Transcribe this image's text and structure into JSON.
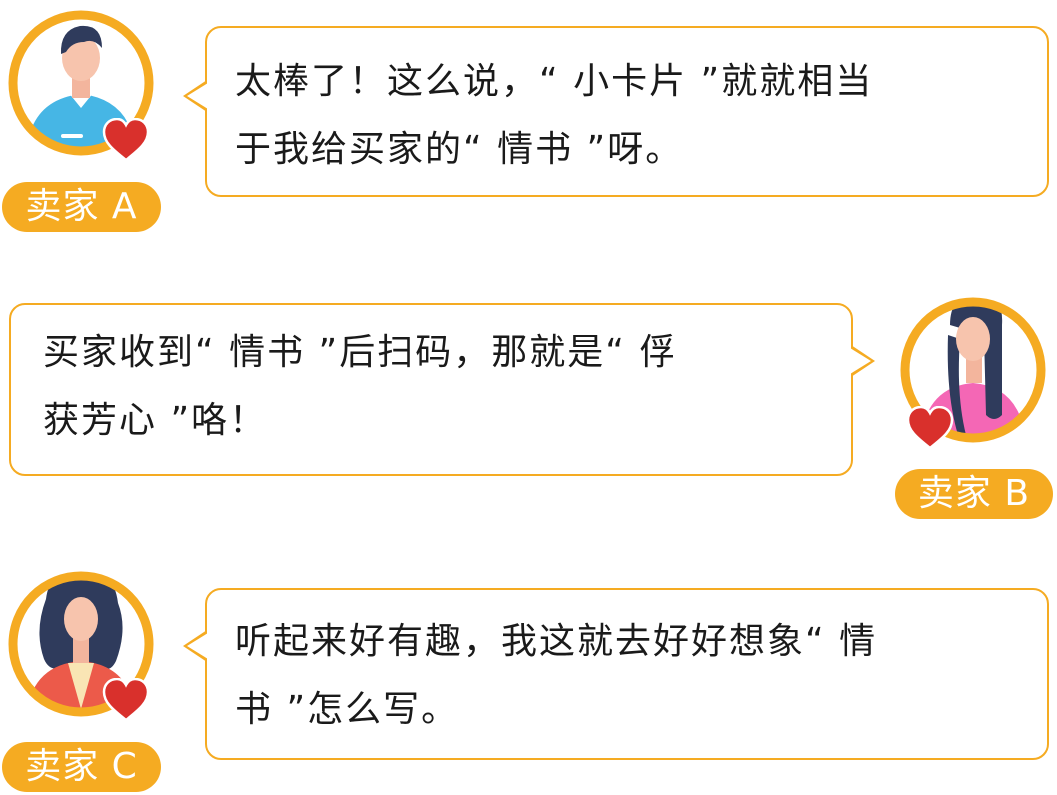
{
  "colors": {
    "accent": "#f5ab22",
    "bubble_border": "#f5ab22",
    "heart": "#d9302c",
    "text": "#1a1a1a"
  },
  "conversation": [
    {
      "speaker": "卖家 A",
      "avatar_icon": "male-avatar-icon",
      "lines": [
        "太棒了！这么说，“ 小卡片 ”就就相当",
        "于我给买家的“ 情书 ”呀。"
      ]
    },
    {
      "speaker": "卖家 B",
      "avatar_icon": "female-long-hair-avatar-icon",
      "lines": [
        "买家收到“ 情书 ”后扫码，那就是“ 俘",
        "获芳心 ”咯！"
      ]
    },
    {
      "speaker": "卖家 C",
      "avatar_icon": "female-curly-hair-avatar-icon",
      "lines": [
        "听起来好有趣，我这就去好好想象“ 情",
        "书 ”怎么写。"
      ]
    }
  ]
}
